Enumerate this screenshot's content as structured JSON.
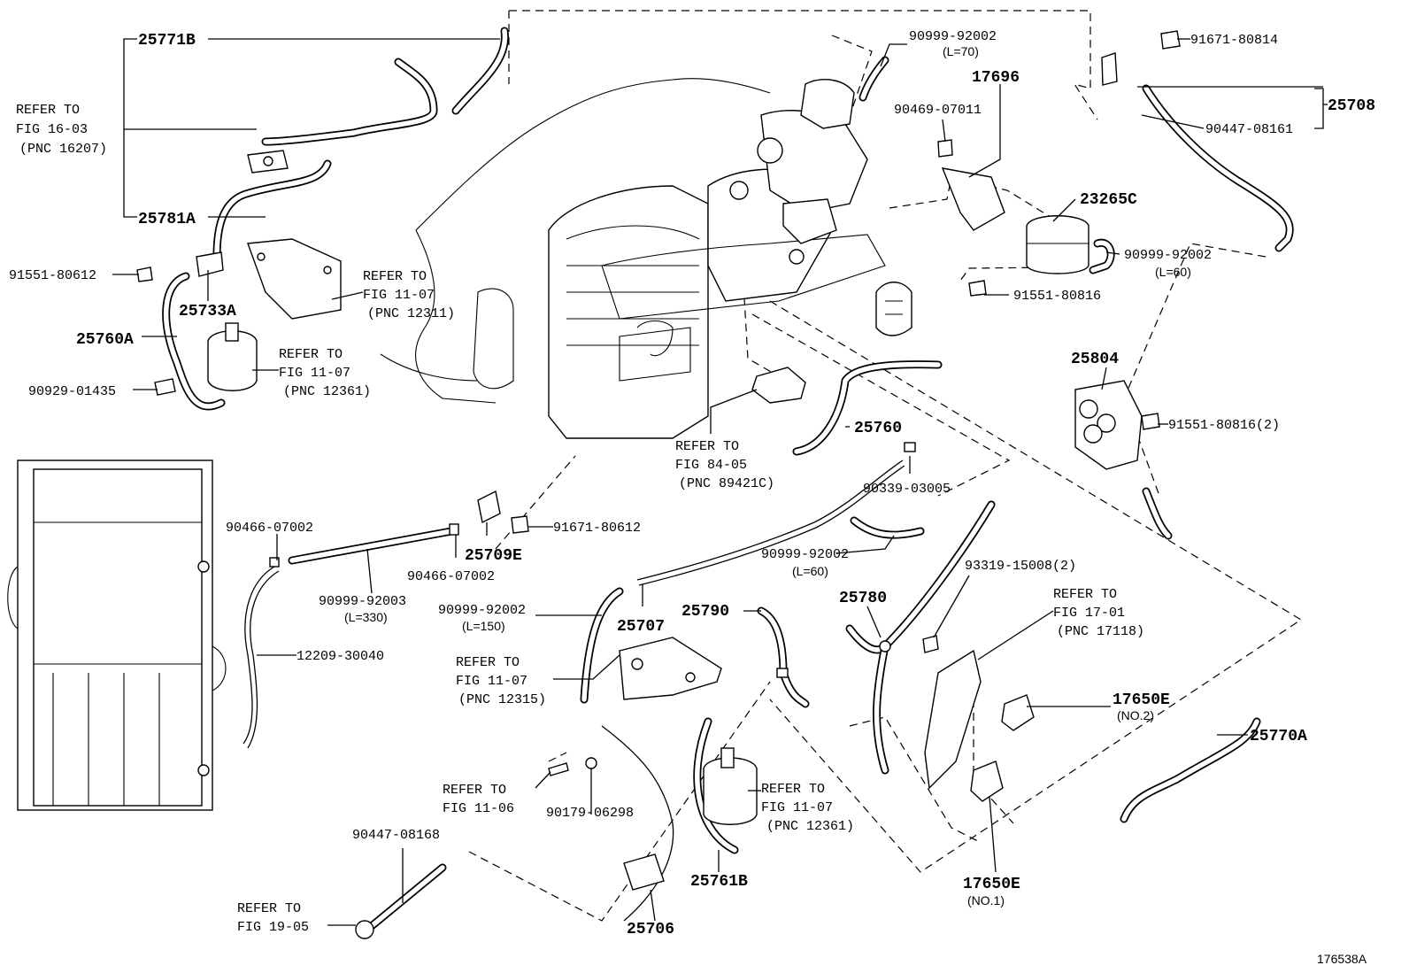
{
  "labels": {
    "p25771B": "25771B",
    "refer_16_03": [
      "REFER TO",
      "FIG 16-03",
      "(PNC 16207)"
    ],
    "p25781A": "25781A",
    "p91551_80612": "91551-80612",
    "p25733A": "25733A",
    "p25760A": "25760A",
    "refer_11_07_a": [
      "REFER TO",
      "FIG 11-07",
      "(PNC 12311)"
    ],
    "refer_11_07_b": [
      "REFER TO",
      "FIG 11-07",
      "(PNC 12361)"
    ],
    "p90929_01435": "90929-01435",
    "p90999_92002_L70": [
      "90999-92002",
      "(L=70)"
    ],
    "p17696": "17696",
    "p90469_07011": "90469-07011",
    "p91671_80814": "91671-80814",
    "p25708": "25708",
    "p90447_08161": "90447-08161",
    "p23265C": "23265C",
    "p90999_92002_L60a": [
      "90999-92002",
      "(L=60)"
    ],
    "p91551_80816": "91551-80816",
    "p25804": "25804",
    "p91551_80816_2": "91551-80816(2)",
    "p25760": "25760",
    "refer_84_05": [
      "REFER TO",
      "FIG 84-05",
      "(PNC 89421C)"
    ],
    "p90339_03005": "90339-03005",
    "p90466_07002_a": "90466-07002",
    "p91671_80612": "91671-80612",
    "p25709E": "25709E",
    "p90466_07002_b": "90466-07002",
    "p90999_92003": [
      "90999-92003",
      "(L=330)"
    ],
    "p12209_30040": "12209-30040",
    "p90999_92002_L60b": [
      "90999-92002",
      "(L=60)"
    ],
    "p93319_15008": "93319-15008(2)",
    "refer_17_01": [
      "REFER TO",
      "FIG 17-01",
      "(PNC 17118)"
    ],
    "p90999_92002_L150": [
      "90999-92002",
      "(L=150)"
    ],
    "p25707": "25707",
    "p25790": "25790",
    "p25780": "25780",
    "refer_11_07_c": [
      "REFER TO",
      "FIG 11-07",
      "(PNC 12315)"
    ],
    "p17650E_no2": [
      "17650E",
      "(NO.2)"
    ],
    "p25770A": "25770A",
    "refer_11_06": [
      "REFER TO",
      "FIG 11-06"
    ],
    "p90179_06298": "90179-06298",
    "refer_11_07_d": [
      "REFER TO",
      "FIG 11-07",
      "(PNC 12361)"
    ],
    "p90447_08168": "90447-08168",
    "refer_19_05": [
      "REFER TO",
      "FIG 19-05"
    ],
    "p25761B": "25761B",
    "p25706": "25706",
    "p17650E_no1": [
      "17650E",
      "(NO.1)"
    ],
    "figure_id": "176538A"
  }
}
